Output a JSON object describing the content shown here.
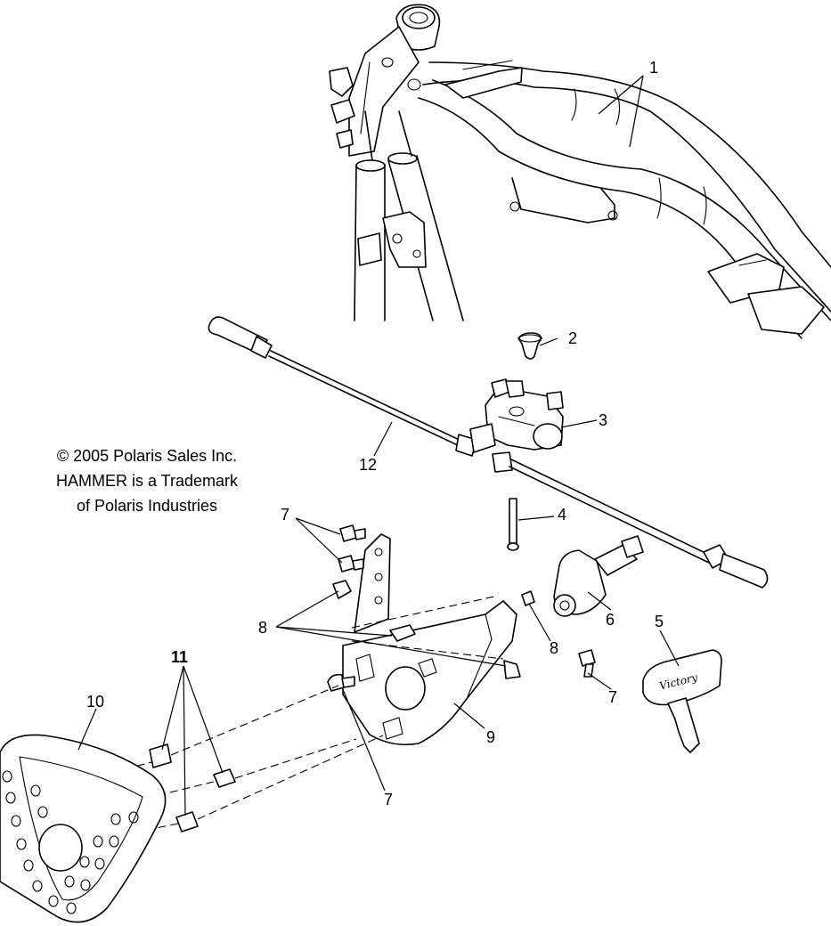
{
  "copyright": {
    "lines": [
      "© 2005 Polaris Sales Inc.",
      "HAMMER is a Trademark",
      "of Polaris Industries"
    ]
  },
  "callouts": {
    "c1": "1",
    "c2": "2",
    "c3": "3",
    "c4": "4",
    "c5": "5",
    "c6": "6",
    "c7a": "7",
    "c7b": "7",
    "c7c": "7",
    "c8a": "8",
    "c8b": "8",
    "c9": "9",
    "c10": "10",
    "c11": "11",
    "c12": "12"
  },
  "key_logo_text": "Victory"
}
